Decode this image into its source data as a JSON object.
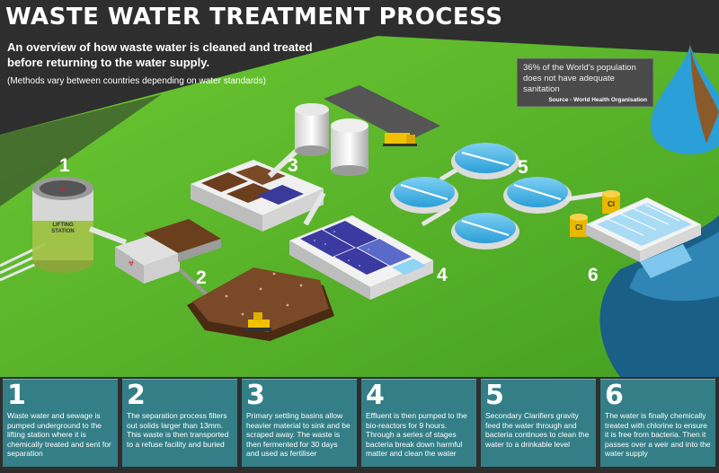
{
  "header": {
    "title": "WASTE WATER TREATMENT PROCESS",
    "subtitle": "An overview of how waste water is cleaned and treated before returning to the water supply.",
    "note": "(Methods vary between countries depending on water standards)"
  },
  "stat": {
    "text": "36% of the World's population does not have adequate sanitation",
    "source": "Source - World Health Organisation",
    "drop_colors": [
      "#2a9fd8",
      "#8b5a2b"
    ]
  },
  "diagram": {
    "lifting_station_label": "LIFTING STATION",
    "chlorine_label": "Cl",
    "step_numbers": [
      "1",
      "2",
      "3",
      "4",
      "5",
      "6"
    ]
  },
  "colors": {
    "ground": "#5cba2a",
    "water": "#2a9fd8",
    "panel": "#3696a0",
    "soil": "#7a4a28"
  },
  "steps": [
    {
      "num": "1",
      "text": "Waste water and sewage is pumped underground to the lifting station where it is chemically treated and sent for separation"
    },
    {
      "num": "2",
      "text": "The separation process filters out solids larger than 13mm. This waste is then transported to a refuse facility and buried"
    },
    {
      "num": "3",
      "text": "Primary settling basins allow heavier material to sink and be scraped away. The waste is then fermented for 30 days and used as fertiliser"
    },
    {
      "num": "4",
      "text": "Effluent is then pumped to the bio-reactors for 9 hours. Through a series of stages bacteria break down harmful matter and clean the water"
    },
    {
      "num": "5",
      "text": "Secondary Clarifiers gravity feed the water through and bacteria continues to clean the water to a drinkable level"
    },
    {
      "num": "6",
      "text": "The water is finally chemically treated with chlorine to ensure it is free from bacteria. Then it passes over a weir and into the water supply"
    }
  ]
}
